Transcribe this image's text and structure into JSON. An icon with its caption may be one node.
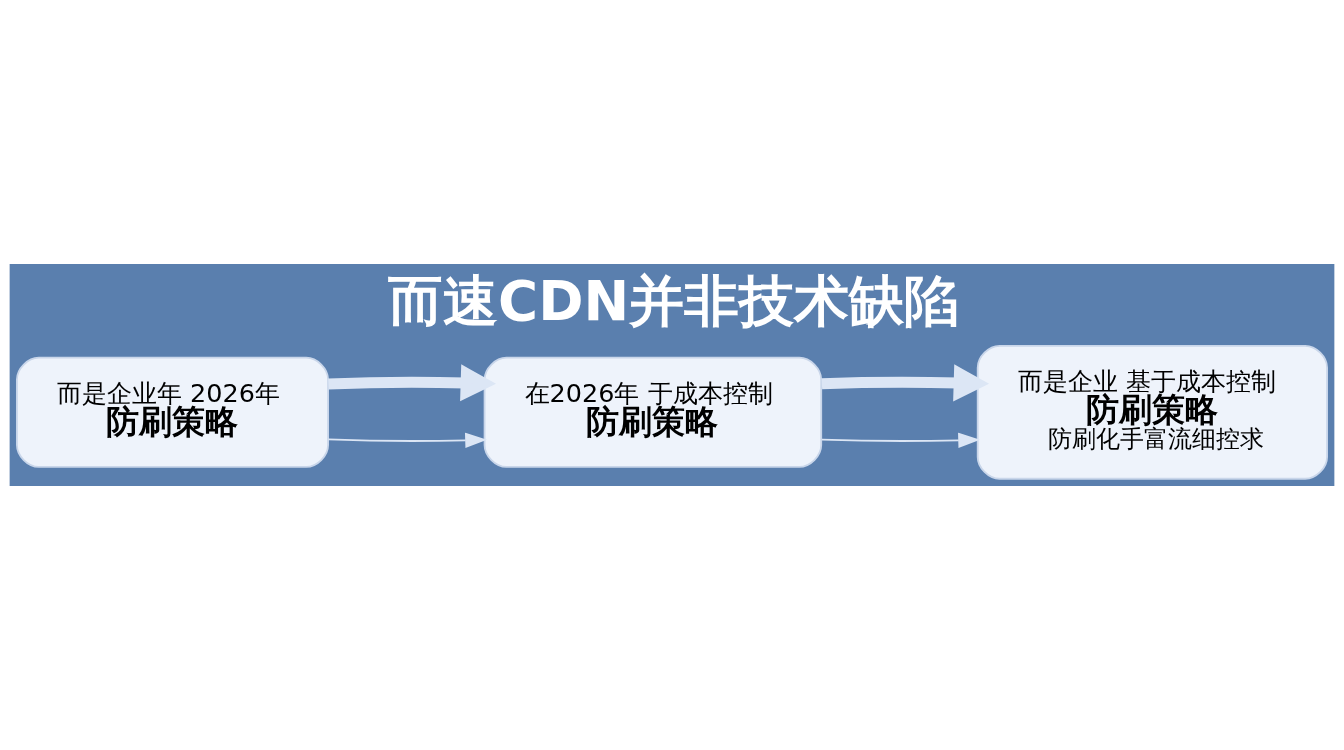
{
  "diagram": {
    "title": "而速CDN并非技术缺陷",
    "nodes": [
      {
        "text": [
          "而是企业年 2026年",
          "防刷策略"
        ]
      },
      {
        "text": [
          "在2026年 于成本控制",
          "防刷策略"
        ]
      },
      {
        "text": [
          "而是企业 基于成本控制",
          "防刷策略",
          "防刷化手富流细控求"
        ]
      }
    ],
    "edges": [
      {
        "from": 0,
        "to": 1,
        "arrow": "to"
      },
      {
        "from": 0,
        "to": 1,
        "arrow": "to",
        "style": "thick"
      },
      {
        "from": 1,
        "to": 2,
        "arrow": "to"
      },
      {
        "from": 1,
        "to": 2,
        "arrow": "to",
        "style": "thick"
      }
    ]
  }
}
